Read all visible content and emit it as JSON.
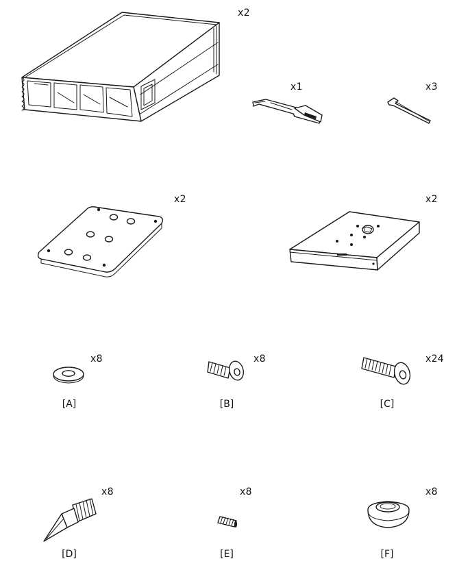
{
  "parts": [
    {
      "id": "frame-rail",
      "quantity": "x2"
    },
    {
      "id": "alignment-tool",
      "quantity": "x1"
    },
    {
      "id": "hex-key",
      "quantity": "x3"
    },
    {
      "id": "mounting-plate",
      "quantity": "x2"
    },
    {
      "id": "base-plate",
      "quantity": "x2"
    },
    {
      "id": "washer",
      "label": "[A]",
      "quantity": "x8"
    },
    {
      "id": "short-bolt",
      "label": "[B]",
      "quantity": "x8"
    },
    {
      "id": "long-bolt",
      "label": "[C]",
      "quantity": "x24"
    },
    {
      "id": "spike",
      "label": "[D]",
      "quantity": "x8"
    },
    {
      "id": "grub-screw",
      "label": "[E]",
      "quantity": "x8"
    },
    {
      "id": "foot-cup",
      "label": "[F]",
      "quantity": "x8"
    }
  ]
}
